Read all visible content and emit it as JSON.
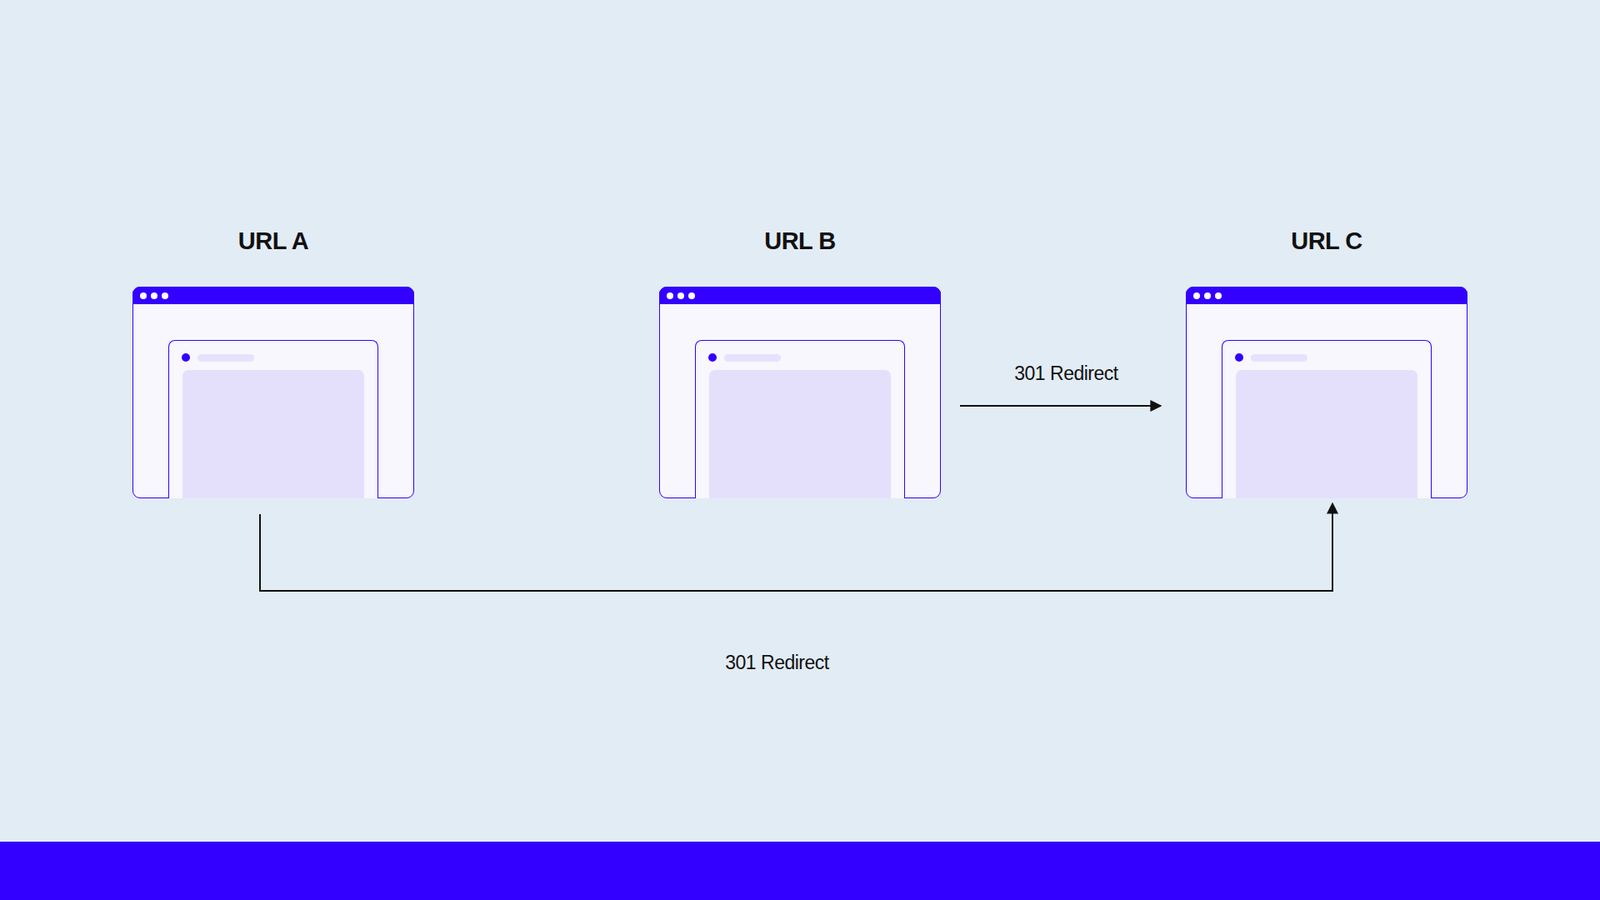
{
  "diagram": {
    "nodes": [
      {
        "text": [
          "URL A"
        ]
      },
      {
        "text": [
          "URL B"
        ]
      },
      {
        "text": [
          "URL C"
        ]
      }
    ],
    "edges": [
      {
        "from": 1,
        "to": 2,
        "arrow": "to",
        "label": "301 Redirect"
      },
      {
        "from": 0,
        "to": 2,
        "arrow": "to",
        "label": "301 Redirect"
      }
    ]
  }
}
